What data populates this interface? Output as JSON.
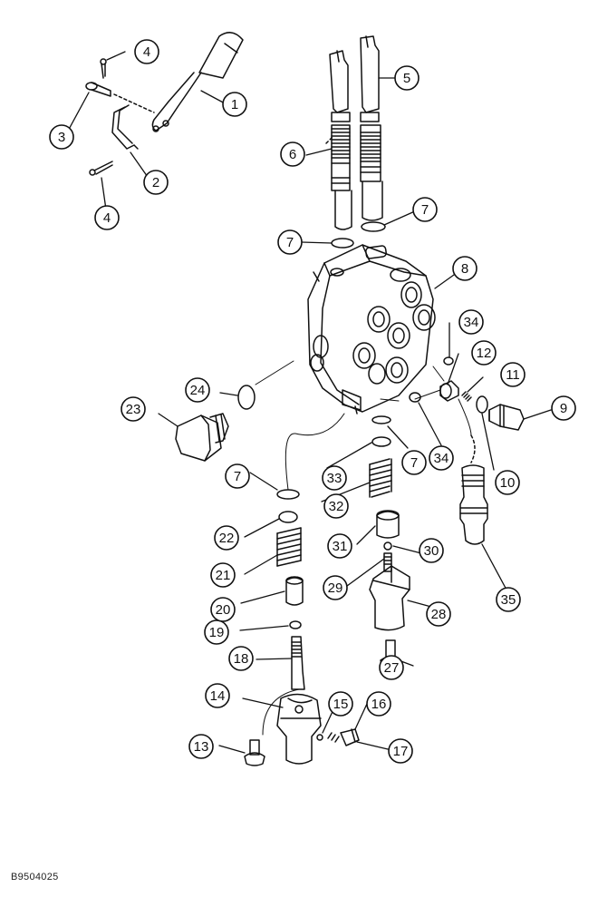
{
  "document_number": "B9504025",
  "callouts": [
    {
      "num": "1",
      "part": "control-lever"
    },
    {
      "num": "2",
      "part": "lever-link"
    },
    {
      "num": "3",
      "part": "pin"
    },
    {
      "num": "4",
      "part": "cotter-pin-upper"
    },
    {
      "num": "4",
      "part": "cotter-pin-lower"
    },
    {
      "num": "5",
      "part": "spool-right"
    },
    {
      "num": "6",
      "part": "spool-left"
    },
    {
      "num": "7",
      "part": "o-ring-spool-right"
    },
    {
      "num": "7",
      "part": "o-ring-spool-left"
    },
    {
      "num": "7",
      "part": "o-ring-bottom"
    },
    {
      "num": "7",
      "part": "o-ring-lower-left"
    },
    {
      "num": "8",
      "part": "valve-body"
    },
    {
      "num": "9",
      "part": "plug"
    },
    {
      "num": "10",
      "part": "o-ring-plug"
    },
    {
      "num": "11",
      "part": "spring-small"
    },
    {
      "num": "12",
      "part": "poppet"
    },
    {
      "num": "13",
      "part": "cap-screw-left"
    },
    {
      "num": "14",
      "part": "end-cap-left"
    },
    {
      "num": "15",
      "part": "ball"
    },
    {
      "num": "16",
      "part": "spring-detent"
    },
    {
      "num": "17",
      "part": "detent-plug"
    },
    {
      "num": "18",
      "part": "spool-bolt"
    },
    {
      "num": "19",
      "part": "washer-small"
    },
    {
      "num": "20",
      "part": "spacer"
    },
    {
      "num": "21",
      "part": "spring-left"
    },
    {
      "num": "22",
      "part": "spring-seat-left"
    },
    {
      "num": "23",
      "part": "plug-large"
    },
    {
      "num": "24",
      "part": "o-ring-large"
    },
    {
      "num": "27",
      "part": "cap-screw-right"
    },
    {
      "num": "28",
      "part": "end-cap-right"
    },
    {
      "num": "29",
      "part": "bolt-small"
    },
    {
      "num": "30",
      "part": "washer-right"
    },
    {
      "num": "31",
      "part": "spring-retainer"
    },
    {
      "num": "32",
      "part": "spring-right"
    },
    {
      "num": "33",
      "part": "spring-seat-right"
    },
    {
      "num": "34",
      "part": "seal-upper"
    },
    {
      "num": "34",
      "part": "seal-lower"
    },
    {
      "num": "35",
      "part": "relief-valve"
    }
  ]
}
